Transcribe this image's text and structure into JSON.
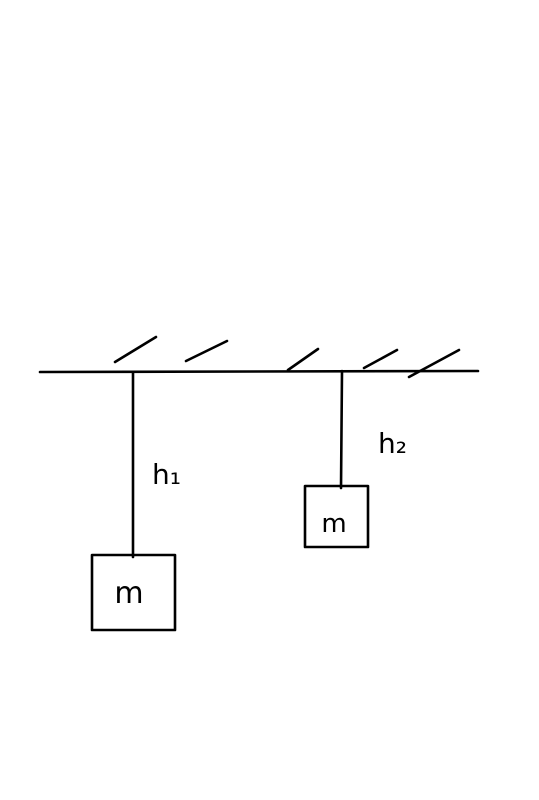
{
  "diagram": {
    "left_string_label": "h₁",
    "right_string_label": "h₂",
    "left_mass_label": "m",
    "right_mass_label": "m",
    "ink_color": "#000000",
    "background_color": "#ffffff"
  }
}
